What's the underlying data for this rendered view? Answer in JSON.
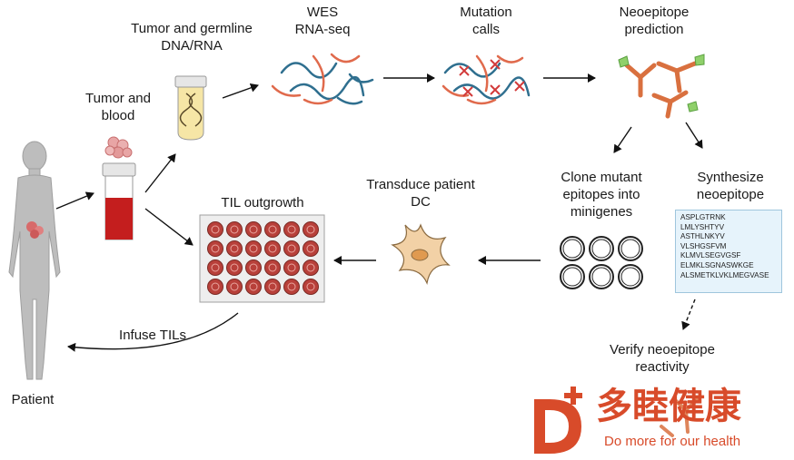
{
  "steps": {
    "tumor_dna": [
      "Tumor and germline",
      "DNA/RNA"
    ],
    "wes": [
      "WES",
      "RNA-seq"
    ],
    "mutation": [
      "Mutation",
      "calls"
    ],
    "neo_pred": [
      "Neoepitope",
      "prediction"
    ],
    "tumor_blood": [
      "Tumor and",
      "blood"
    ],
    "til": "TIL outgrowth",
    "transduce": [
      "Transduce patient",
      "DC"
    ],
    "clone": [
      "Clone mutant",
      "epitopes into",
      "minigenes"
    ],
    "synth": [
      "Synthesize",
      "neoepitope"
    ],
    "infuse": "Infuse TILs",
    "patient": "Patient",
    "verify": [
      "Verify neoepitope",
      "reactivity"
    ]
  },
  "peptides": [
    "ASPLGTRNK",
    "LMLYSHTYV",
    "ASTHLNKYV",
    "VLSHGSFVM",
    "KLMVLSEGVGSF",
    "ELMKLSGNASWKGE",
    "ALSMETKLVKLMEGVASE"
  ],
  "brand": {
    "cn": "多睦健康",
    "en": "Do more for our health",
    "color": "#d84b2a"
  },
  "colors": {
    "dna_red": "#e06a4c",
    "dna_blue": "#2f6f8f",
    "antibody": "#d9703f",
    "antigen": "#8fd06a",
    "well": "#b8403a",
    "tube_red": "#c41e1e",
    "cell": "#f2d1a6"
  }
}
